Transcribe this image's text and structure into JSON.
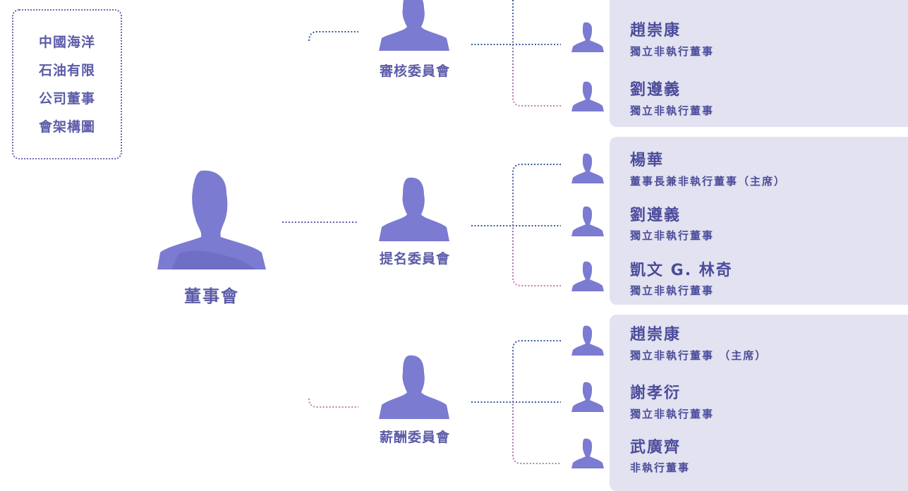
{
  "title_lines": [
    "中國海洋",
    "石油有限",
    "公司董事",
    "會架構圖"
  ],
  "board": {
    "label": "董事會"
  },
  "committees": [
    {
      "label": "審核委員會",
      "members": [
        {
          "name": "趙崇康",
          "role": "獨立非執行董事"
        },
        {
          "name": "劉遵義",
          "role": "獨立非執行董事"
        }
      ]
    },
    {
      "label": "提名委員會",
      "members": [
        {
          "name": "楊華",
          "role": "董事長兼非執行董事（主席）"
        },
        {
          "name": "劉遵義",
          "role": "獨立非執行董事"
        },
        {
          "name": "凱文 G. 林奇",
          "role": "獨立非執行董事"
        }
      ]
    },
    {
      "label": "薪酬委員會",
      "members": [
        {
          "name": "趙崇康",
          "role": "獨立非執行董事 （主席）"
        },
        {
          "name": "謝孝衍",
          "role": "獨立非執行董事"
        },
        {
          "name": "武廣齊",
          "role": "非執行董事"
        }
      ]
    }
  ],
  "colors": {
    "primary": "#5b5ba8",
    "panel": "#e2e2f0",
    "silhouette": "#7b7bd2",
    "line_blue": "#3a5a98",
    "line_pink": "#c878b0"
  }
}
